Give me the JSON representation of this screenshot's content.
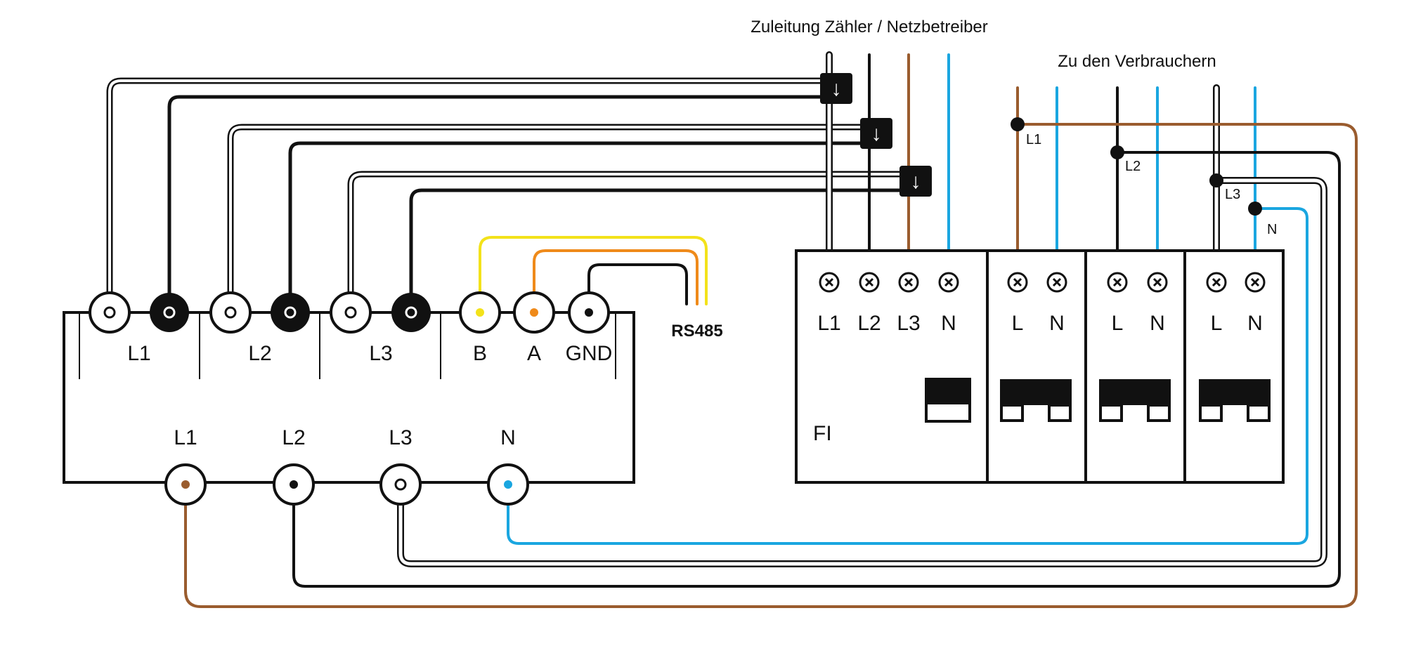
{
  "headings": {
    "supply": "Zuleitung Zähler / Netzbetreiber",
    "consumers": "Zu den Verbrauchern"
  },
  "meter": {
    "ct_groups": [
      "L1",
      "L2",
      "L3"
    ],
    "rs485_terminals": [
      "B",
      "A",
      "GND"
    ],
    "rs485_label": "RS485",
    "voltage_terminals": [
      "L1",
      "L2",
      "L3",
      "N"
    ]
  },
  "consumer_taps": [
    "L1",
    "L2",
    "L3",
    "N"
  ],
  "distribution": {
    "rcd_terminals": [
      "L1",
      "L2",
      "L3",
      "N"
    ],
    "rcd_label": "FI",
    "breakers": [
      {
        "terminals": [
          "L",
          "N"
        ]
      },
      {
        "terminals": [
          "L",
          "N"
        ]
      },
      {
        "terminals": [
          "L",
          "N"
        ]
      }
    ]
  },
  "ct_arrow": "↓",
  "colors": {
    "brown": "#9a5c2e",
    "black": "#111111",
    "blue": "#1aa6e0",
    "yellow": "#f3e21a",
    "orange": "#ef8a1a",
    "white_wire": "#ffffff"
  }
}
